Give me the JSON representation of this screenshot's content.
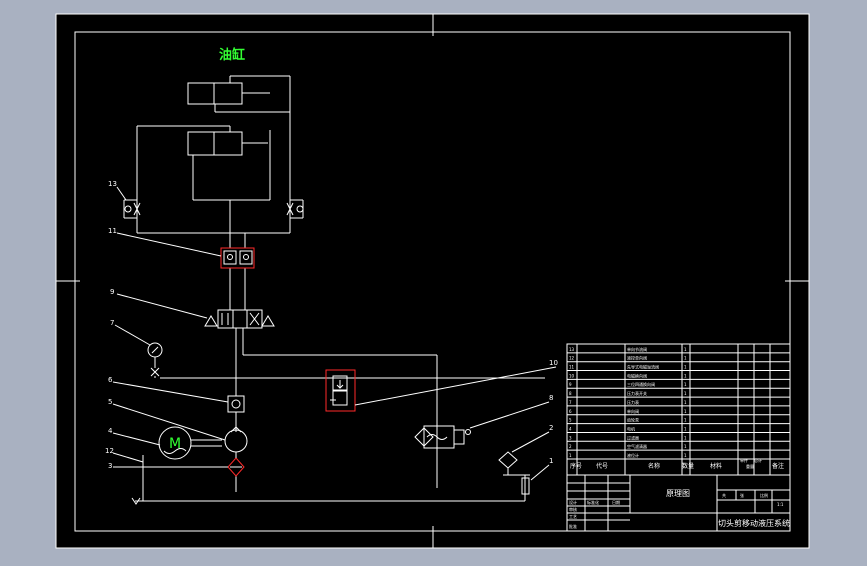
{
  "diagram": {
    "title": "油缸",
    "part_labels": [
      "1",
      "2",
      "3",
      "4",
      "5",
      "6",
      "7",
      "8",
      "9",
      "10",
      "11",
      "12",
      "13"
    ],
    "motor_symbol": "M",
    "bom_rows": [
      {
        "seq": "13",
        "name": "单向节流阀",
        "qty": "1"
      },
      {
        "seq": "12",
        "name": "液控单向阀",
        "qty": "1"
      },
      {
        "seq": "11",
        "name": "先导式电磁溢流阀",
        "qty": "1"
      },
      {
        "seq": "10",
        "name": "电磁换向阀",
        "qty": "1"
      },
      {
        "seq": "9",
        "name": "三位四通换向阀",
        "qty": "1"
      },
      {
        "seq": "8",
        "name": "压力表开关",
        "qty": "1"
      },
      {
        "seq": "7",
        "name": "压力表",
        "qty": "1"
      },
      {
        "seq": "6",
        "name": "单向阀",
        "qty": "1"
      },
      {
        "seq": "5",
        "name": "齿轮泵",
        "qty": "1"
      },
      {
        "seq": "4",
        "name": "电机",
        "qty": "1"
      },
      {
        "seq": "3",
        "name": "过滤器",
        "qty": "1"
      },
      {
        "seq": "2",
        "name": "空气滤清器",
        "qty": "1"
      },
      {
        "seq": "1",
        "name": "液位计",
        "qty": "1"
      }
    ],
    "bom_header": {
      "seq": "序号",
      "code": "代号",
      "name": "名称",
      "qty": "数量",
      "material": "材料",
      "unit_weight": "单件",
      "total_weight": "总计",
      "weight": "重量",
      "remarks": "备注"
    },
    "drawing_title": "原理图",
    "drawing_name": "切头剪移动液压系统",
    "scale_label": "比例",
    "scale_value": "1:1",
    "sheet_label": "张",
    "total_label": "共",
    "designer_label": "设计",
    "checker_label": "审核",
    "process_label": "工艺",
    "approve_label": "批准",
    "standard_label": "标准化",
    "date_label": "日期"
  },
  "colors": {
    "background": "#a9b1c1",
    "sheet": "#000000",
    "line": "#ffffff",
    "title": "#33ff33",
    "highlight": "#ff2a2a"
  }
}
